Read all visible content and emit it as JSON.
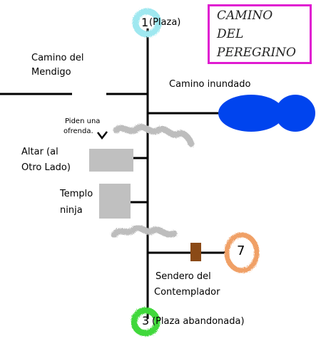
{
  "title": {
    "lines": [
      "CAMINO",
      "DEL",
      "PEREGRINO"
    ],
    "border_color": "#e01bd1"
  },
  "nodes": {
    "plaza": {
      "number": "1",
      "label": "(Plaza)",
      "color": "#9fe8f0"
    },
    "abandoned": {
      "number": "3",
      "label": "(Plaza abandonada)",
      "color": "#3fd83a"
    },
    "seven": {
      "number": "7",
      "color": "#f0a066"
    }
  },
  "labels": {
    "mendigo": [
      "Camino del",
      "Mendigo"
    ],
    "inundado": "Camino inundado",
    "ofrenda": [
      "Piden una",
      "ofrenda."
    ],
    "altar": [
      "Altar (al",
      "Otro Lado)"
    ],
    "templo": [
      "Templo",
      "ninja"
    ],
    "sendero": [
      "Sendero del",
      "Contemplador"
    ]
  },
  "colors": {
    "water": "#0044ee",
    "building": "#c0c0c0",
    "door": "#8b4a16",
    "mist": "#bdbdbd",
    "line": "#000000"
  }
}
